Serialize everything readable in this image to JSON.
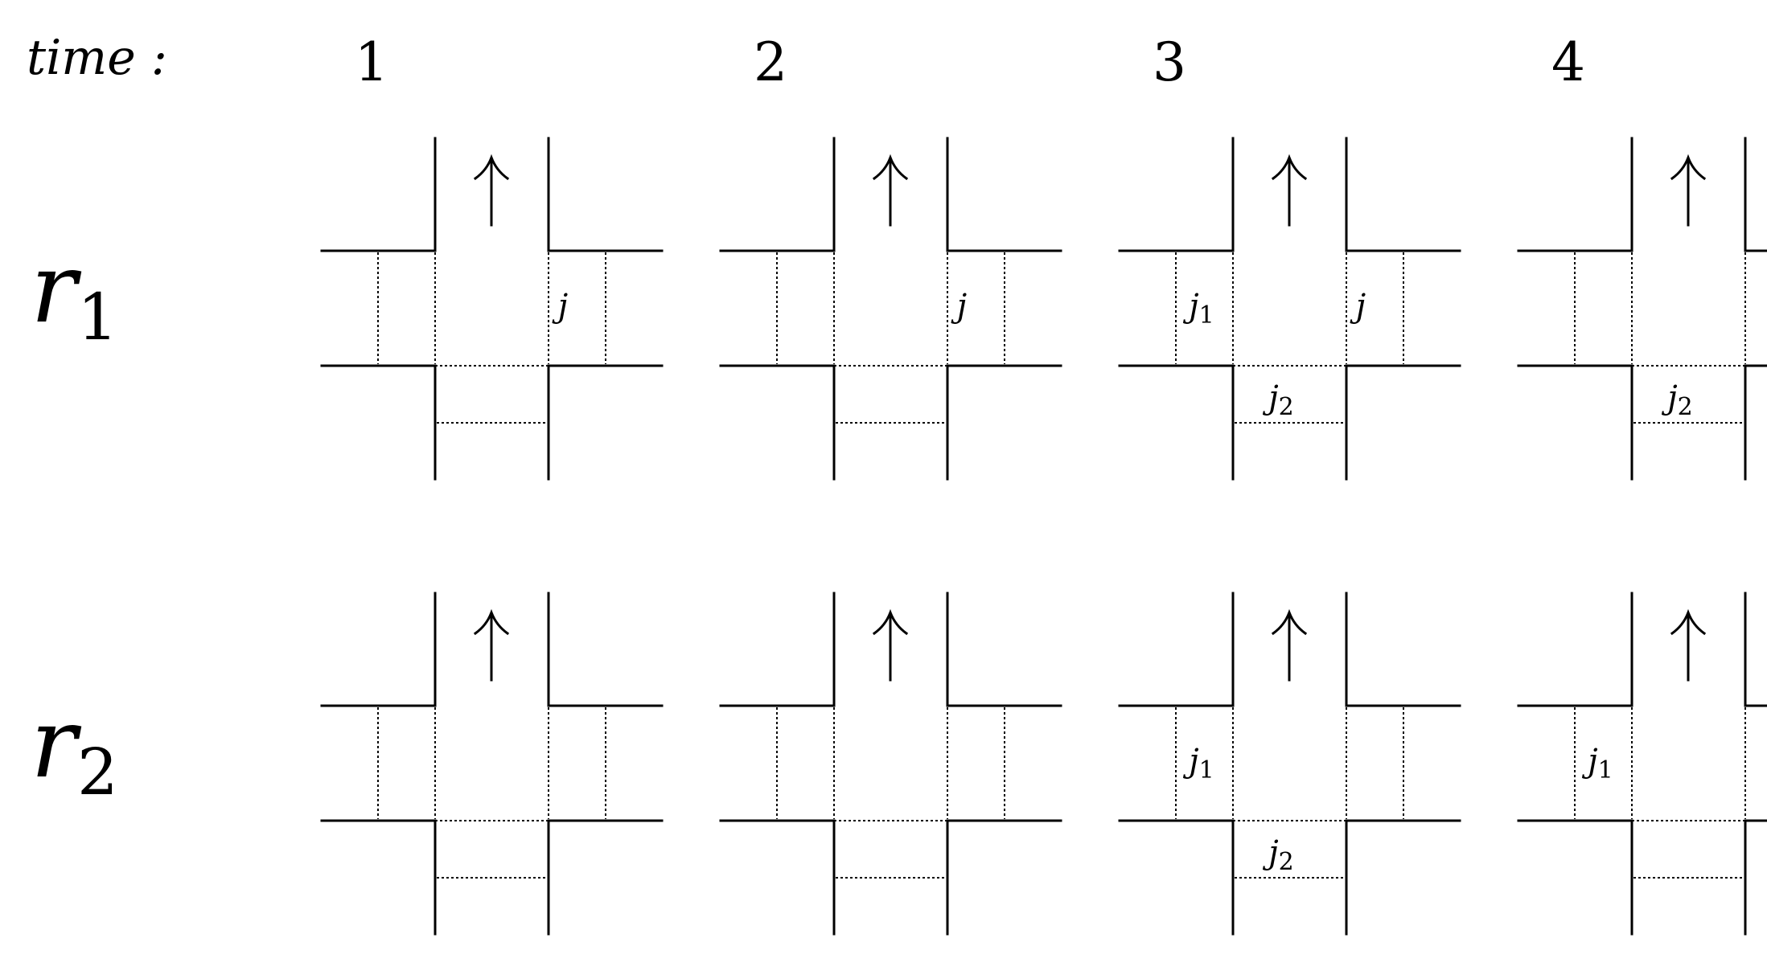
{
  "header": {
    "time_label": "time :"
  },
  "times": [
    "1",
    "2",
    "3",
    "4"
  ],
  "rows": [
    {
      "label": "r",
      "subscript": "1",
      "panels": [
        {
          "slots": {
            "right": {
              "base": "j",
              "sub": ""
            }
          }
        },
        {
          "slots": {
            "right": {
              "base": "j",
              "sub": ""
            }
          }
        },
        {
          "slots": {
            "left": {
              "base": "j",
              "sub": "1"
            },
            "right": {
              "base": "j",
              "sub": ""
            },
            "bottom": {
              "base": "j",
              "sub": "2"
            }
          }
        },
        {
          "slots": {
            "bottom": {
              "base": "j",
              "sub": "2"
            }
          }
        }
      ]
    },
    {
      "label": "r",
      "subscript": "2",
      "panels": [
        {
          "slots": {}
        },
        {
          "slots": {}
        },
        {
          "slots": {
            "left": {
              "base": "j",
              "sub": "1"
            },
            "bottom": {
              "base": "j",
              "sub": "2"
            }
          }
        },
        {
          "slots": {
            "left": {
              "base": "j",
              "sub": "1"
            }
          }
        }
      ]
    }
  ],
  "direction_arrow": "↑"
}
